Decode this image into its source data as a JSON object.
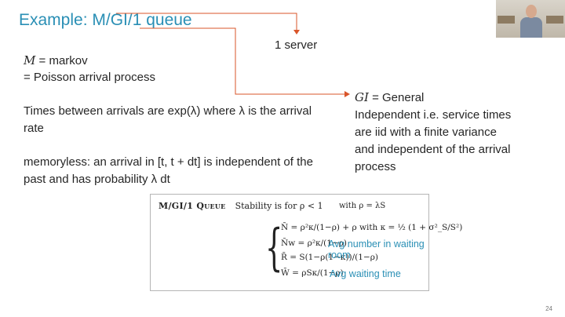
{
  "slide": {
    "title": "Example: M/GI/1 queue",
    "page_number": "24",
    "accent_color": "#2a8fb5",
    "arrow_color": "#d9552a"
  },
  "annotations": {
    "server": "1 server",
    "m_symbol": "M",
    "m_equals": " = markov",
    "poisson": "= Poisson arrival process",
    "times_text": "Times between arrivals are exp(λ) where λ is the arrival rate",
    "memoryless_text": "memoryless: an arrival in [t, t + dt] is independent of the past and has probability λ dt",
    "gi_symbol": "GI",
    "gi_equals": " = General",
    "gi_text": "Independent i.e. service times are iid with a finite variance and independent of the arrival process"
  },
  "formula_box": {
    "header": "M/GI/1 Queue",
    "stability": "Stability is for ρ < 1",
    "with_rho": "with ρ = λS",
    "eq_n": "N̄ = ρ²κ/(1−ρ) + ρ with κ = ½ (1 + σ²_S/S²)",
    "eq_nw": "N̄w = ρ²κ/(1−ρ)",
    "eq_r": "R̄ = S(1−ρ(1−κ))/(1−ρ)",
    "eq_w": "W̄ = ρSκ/(1−ρ)",
    "label_nw": "Avg number in waiting room",
    "label_w": "Avg waiting time"
  },
  "webcam": {
    "icon": "presenter-video"
  }
}
